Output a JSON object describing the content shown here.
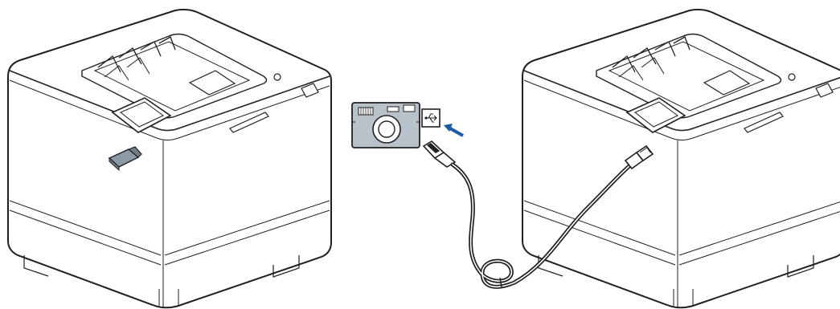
{
  "illustration": {
    "colors": {
      "outline": "#231f20",
      "body_fill": "#ffffff",
      "accent": "#1c5aa6",
      "camera_fill": "#b8c2cb",
      "usb_drive_fill": "#8c9aa6",
      "cable": "#231f20"
    },
    "printers": [
      {
        "id": "left",
        "attachment": "usb-flash-drive"
      },
      {
        "id": "right",
        "attachment": "usb-cable"
      }
    ],
    "camera": {
      "icon": "camera-icon"
    },
    "usb_symbol": {
      "icon": "usb-icon"
    },
    "insert_arrow": {
      "icon": "arrow-left-icon"
    }
  }
}
